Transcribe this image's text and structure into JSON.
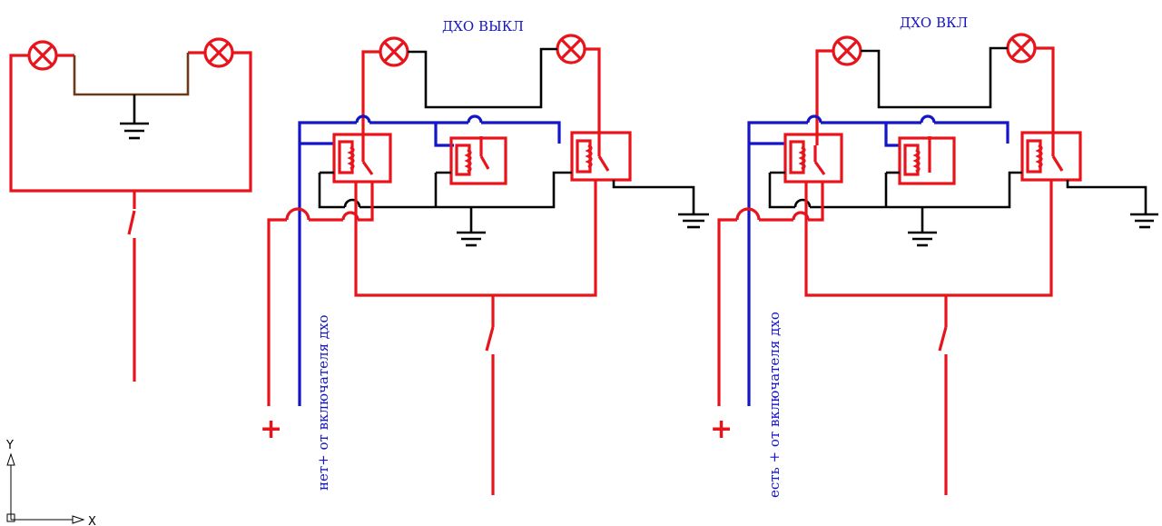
{
  "labels": {
    "title_off": "ДХО ВЫКЛ",
    "title_on": "ДХО ВКЛ",
    "feed_off": "нет+ от включателя дхо",
    "feed_on": "есть + от включателя дхо",
    "plus_1": "+",
    "plus_2": "+",
    "axis_y": "Y",
    "axis_x": "X"
  },
  "colors": {
    "power": "#e8141c",
    "ground": "#000000",
    "control": "#1414c8",
    "lamp_lead": "#6b3a1a"
  },
  "icons": [
    "lamp-icon",
    "ground-icon",
    "relay-coil-icon",
    "switch-icon",
    "ucs-axis-icon"
  ]
}
